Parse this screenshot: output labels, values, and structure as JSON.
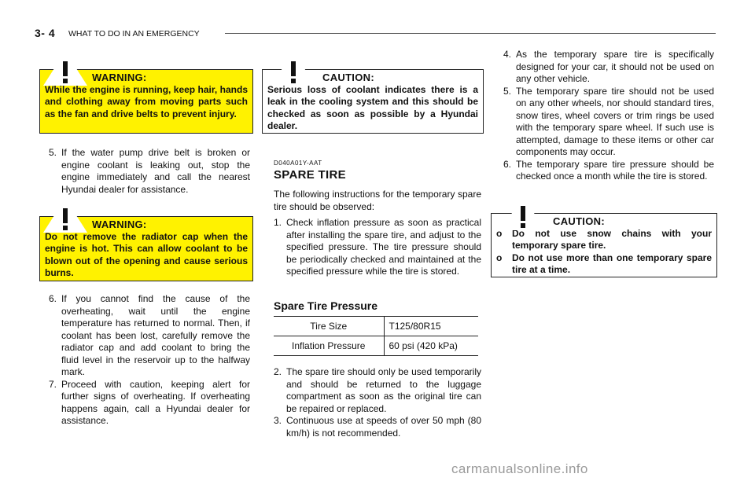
{
  "header": {
    "page_number": "3- 4",
    "section_title": "WHAT TO DO IN AN EMERGENCY"
  },
  "col1": {
    "warning1": {
      "title": "WARNING:",
      "body": "While the engine is running, keep hair, hands and clothing away from moving parts such as the fan and drive belts to prevent injury."
    },
    "item5": {
      "num": "5.",
      "text": "If the water pump drive belt is broken or engine coolant is leaking out, stop the engine immediately and call the nearest Hyundai dealer for assistance."
    },
    "warning2": {
      "title": "WARNING:",
      "body": "Do not remove the radiator cap when the engine is hot. This can allow coolant to be blown out of the opening and cause serious burns."
    },
    "items": [
      {
        "num": "6.",
        "text": "If you cannot find the cause of the overheating, wait until the engine temperature has returned to normal. Then, if coolant has been lost, carefully remove the radiator cap and add coolant to bring the fluid level in the reservoir up to the halfway mark."
      },
      {
        "num": "7.",
        "text": "Proceed with caution, keeping alert for further signs of overheating. If overheating happens again, call a Hyundai dealer for assistance."
      }
    ]
  },
  "col2": {
    "caution": {
      "title": "CAUTION:",
      "body": "Serious loss of coolant indicates there is a leak in the cooling system and this should be checked as soon as possible by a Hyundai dealer."
    },
    "code": "D040A01Y-AAT",
    "heading": "SPARE TIRE",
    "intro": "The following instructions for the temporary spare tire should be observed:",
    "item1": {
      "num": "1.",
      "text": "Check inflation pressure as soon as practical after installing the spare tire, and adjust to the specified pressure. The tire pressure should be periodically checked and maintained at the specified pressure while the tire is stored."
    },
    "subheading": "Spare Tire Pressure",
    "table": [
      {
        "label": "Tire Size",
        "value": "T125/80R15"
      },
      {
        "label": "Inflation Pressure",
        "value": "60 psi (420 kPa)"
      }
    ],
    "items": [
      {
        "num": "2.",
        "text": "The spare tire should only be used temporarily and should be returned to the luggage compartment as soon as the original tire can be repaired or replaced."
      },
      {
        "num": "3.",
        "text": "Continuous use at speeds of over 50 mph (80 km/h) is not recommended."
      }
    ]
  },
  "col3": {
    "items": [
      {
        "num": "4.",
        "text": "As the temporary spare tire is specifically designed for your car, it should not be used on any other vehicle."
      },
      {
        "num": "5.",
        "text": "The temporary spare tire should not be used on any other wheels, nor should standard tires, snow tires, wheel covers or trim rings be used with the temporary spare wheel. If such use is attempted, damage to these items or other car components may occur."
      },
      {
        "num": "6.",
        "text": "The temporary spare tire pressure should be checked once a month while the tire is stored."
      }
    ],
    "caution": {
      "title": "CAUTION:",
      "bullets": [
        {
          "mark": "o",
          "text": "Do not use snow chains with your temporary spare tire."
        },
        {
          "mark": "o",
          "text": "Do not use more than one temporary spare tire at a time."
        }
      ]
    }
  },
  "watermark": "carmanualsonline.info",
  "colors": {
    "warning_fill": "#fff200",
    "border": "#222222",
    "watermark": "#9a9a9a"
  },
  "icons": [
    "warning-triangle-icon",
    "caution-triangle-icon"
  ]
}
